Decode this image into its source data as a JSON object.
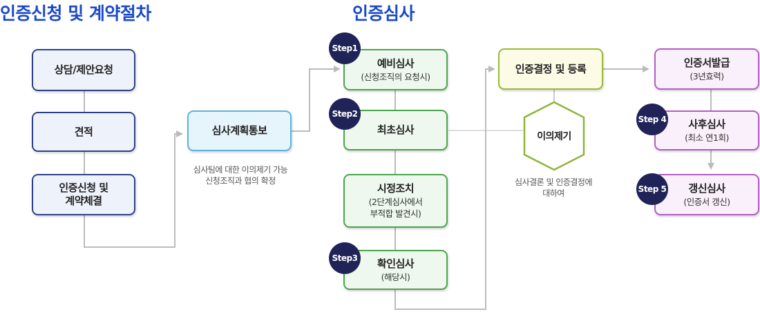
{
  "titles": {
    "left": "인증신청 및 계약절차",
    "center": "인증심사"
  },
  "contract_steps": [
    {
      "line1": "상담/제안요청"
    },
    {
      "line1": "견적"
    },
    {
      "line1": "인증신청 및",
      "line2": "계약체결"
    }
  ],
  "plan_notice": {
    "label": "심사계획통보",
    "note_line1": "심사팀에 대한 이의제기 가능",
    "note_line2": "신청조직과 협의 확정"
  },
  "audit_steps": [
    {
      "badge": "Step1",
      "line1": "예비심사",
      "line2": "(신청조직의 요청시)"
    },
    {
      "badge": "Step2",
      "line1": "최초심사"
    },
    {
      "line1": "시정조치",
      "line2": "(2단계심사에서",
      "line3": "부적합 발견시)"
    },
    {
      "badge": "Step3",
      "line1": "확인심사",
      "line2": "(해당시)"
    }
  ],
  "decision": {
    "label": "인증결정 및 등록",
    "objection_label": "이의제기",
    "note_line1": "심사결론 및 인증결정에",
    "note_line2": "대하여"
  },
  "post_steps": [
    {
      "line1": "인증서발급",
      "line2": "(3년효력)"
    },
    {
      "badge": "Step 4",
      "line1": "사후심사",
      "line2": "(최소 연1회)"
    },
    {
      "badge": "Step 5",
      "line1": "갱신심사",
      "line2": "(인증서 갱신)"
    }
  ],
  "colors": {
    "title": "#1a49c8",
    "badge": "#1f2357",
    "connector": "#bbbbbb",
    "contract_border": "#2e3f8a",
    "plan_border": "#5cb3e0",
    "audit_border": "#4aa54a",
    "decision_border": "#9bb83a",
    "objection_border": "#8db53a",
    "post_border": "#b45bc7"
  }
}
